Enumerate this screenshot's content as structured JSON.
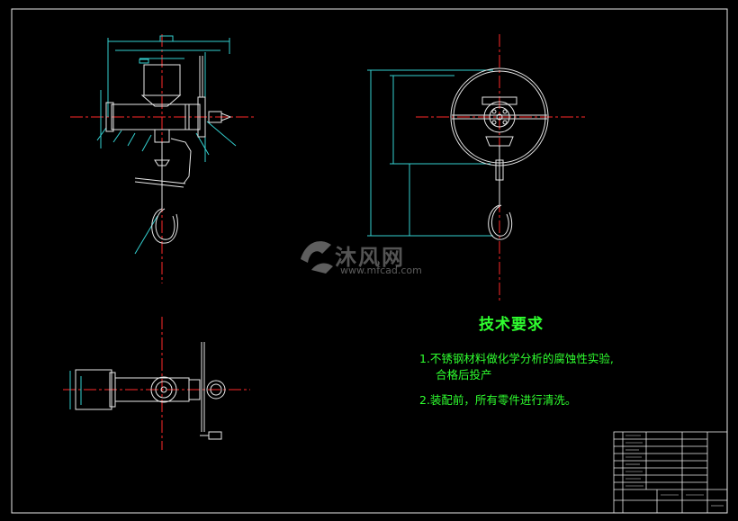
{
  "tech_requirements": {
    "title": "技术要求",
    "item1_line1": "1.不锈钢材料做化学分析的腐蚀性实验,",
    "item1_line2": "合格后投产",
    "item2": "2.装配前，所有零件进行清洗。"
  },
  "watermark": {
    "name": "沐风网",
    "url": "www.mfcad.com"
  },
  "colors": {
    "background": "#000000",
    "drawing_lines": "#e8e8e8",
    "center_lines": "#ff2a2a",
    "dimension_lines": "#34d0d0",
    "annotation_text": "#2fff2f"
  }
}
